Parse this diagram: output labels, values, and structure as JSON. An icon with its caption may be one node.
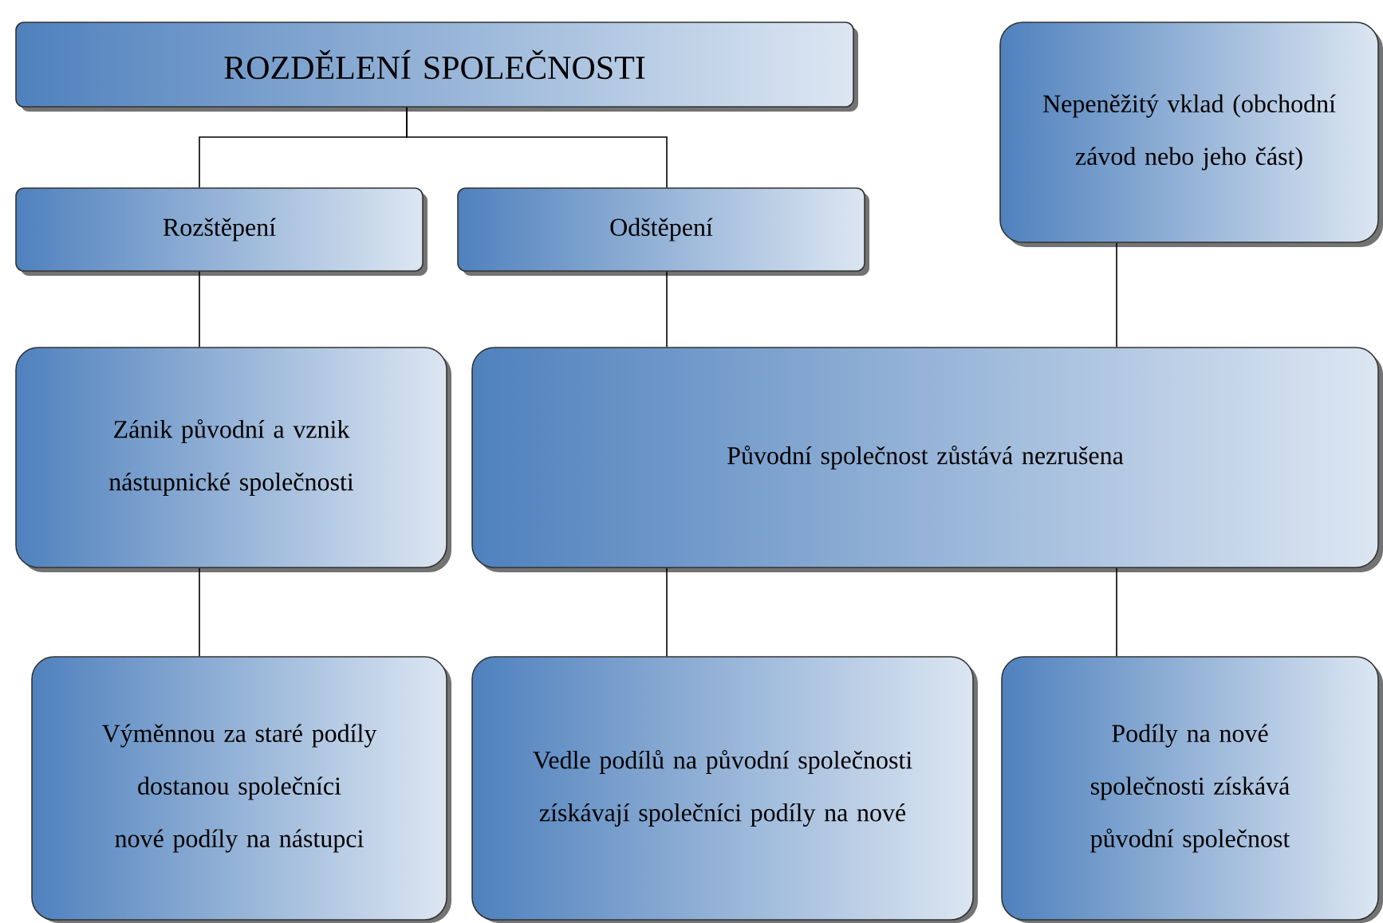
{
  "diagram": {
    "nodes": [
      {
        "text": [
          "ROZDĚLENÍ SPOLEČNOSTI"
        ]
      },
      {
        "text": [
          "Rozštěpení"
        ]
      },
      {
        "text": [
          "Odštěpení"
        ]
      },
      {
        "text": [
          "Nepeněžitý vklad (obchodní závod nebo jeho část)"
        ]
      },
      {
        "text": [
          "Zánik původní a vznik nástupnické společnosti"
        ]
      },
      {
        "text": [
          "Původní společnost zůstává nezrušena"
        ]
      },
      {
        "text": [
          "Výměnnou za staré podíly dostanou společníci nové podíly na nástupci"
        ]
      },
      {
        "text": [
          "Vedle podílů na původní společnosti získávají společníci podíly na nové"
        ]
      },
      {
        "text": [
          "Podíly na nové společnosti získává původní společnost"
        ]
      }
    ],
    "edges": [
      {
        "from": 0,
        "to": 1,
        "arrow": "none"
      },
      {
        "from": 0,
        "to": 2,
        "arrow": "none"
      },
      {
        "from": 1,
        "to": 4,
        "arrow": "none"
      },
      {
        "from": 2,
        "to": 5,
        "arrow": "none"
      },
      {
        "from": 3,
        "to": 5,
        "arrow": "none"
      },
      {
        "from": 4,
        "to": 6,
        "arrow": "none"
      },
      {
        "from": 5,
        "to": 7,
        "arrow": "none"
      },
      {
        "from": 5,
        "to": 8,
        "arrow": "none"
      }
    ]
  }
}
